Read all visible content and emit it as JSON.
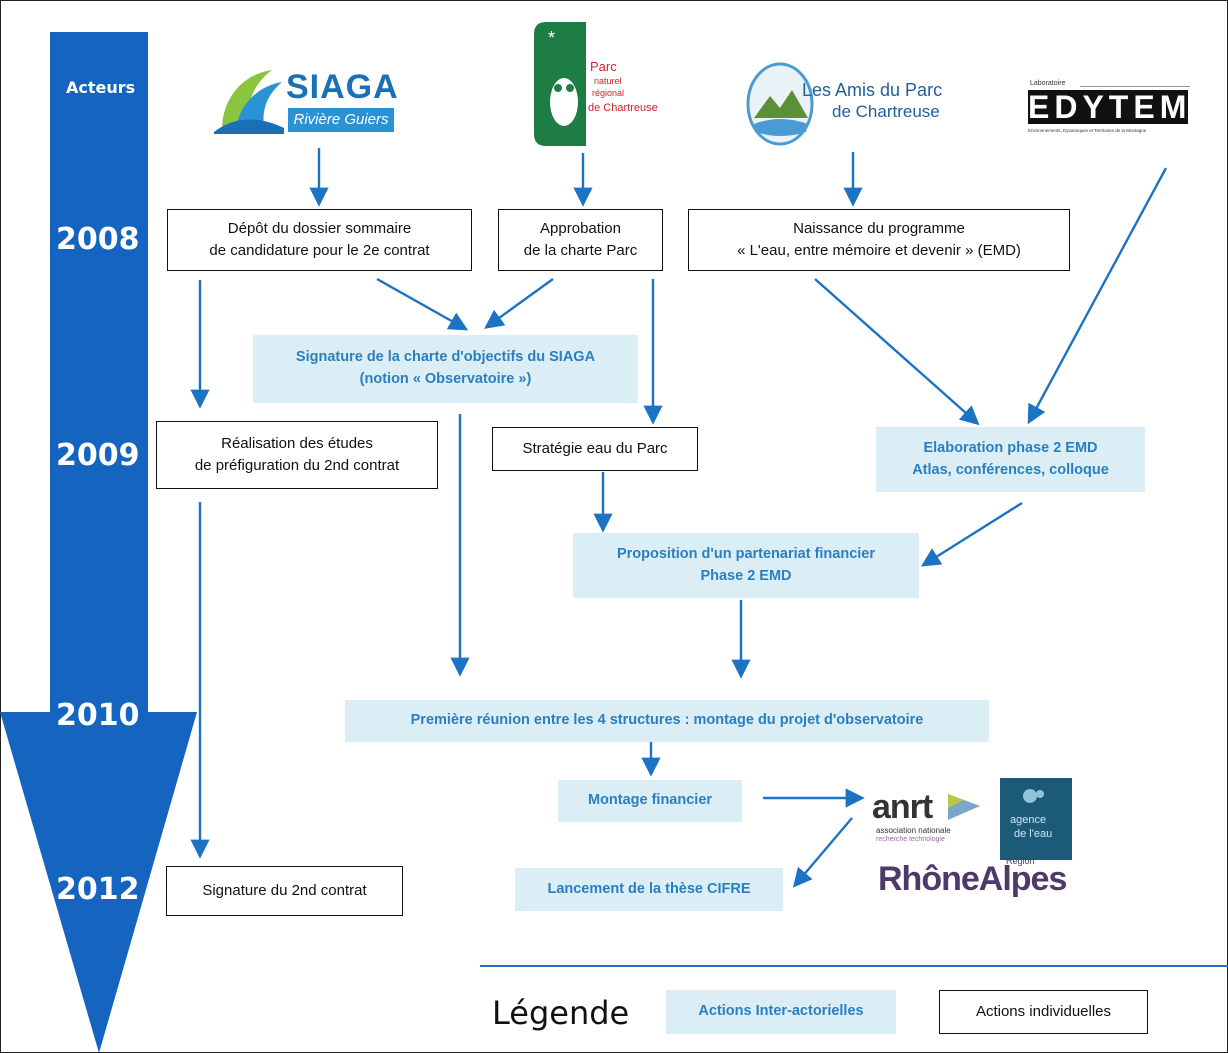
{
  "timeline": {
    "header": "Acteurs",
    "years": [
      "2008",
      "2009",
      "2010",
      "2012"
    ]
  },
  "logos": {
    "siaga": {
      "name": "SIAGA",
      "sub": "Rivière Guiers"
    },
    "parc": {
      "line1": "Parc",
      "line2": "naturel",
      "line3": "régional",
      "line4": "de Chartreuse"
    },
    "amis": {
      "line1": "Les Amis du Parc",
      "line2": "de Chartreuse"
    },
    "edytem": {
      "top": "Laboratoire",
      "name": "EDYTEM",
      "sub": "Environnements, Dynamiques et Territoires de la Montagne"
    },
    "anrt": {
      "name": "anrt",
      "line1": "association nationale",
      "line2": "recherche technologie"
    },
    "agence": {
      "line1": "agence",
      "line2": "de l'eau"
    },
    "rhone": {
      "name": "RhôneAlpes",
      "tag": "Région"
    }
  },
  "boxes": {
    "depot": "Dépôt du dossier sommaire\nde candidature pour le 2e contrat",
    "approbation": "Approbation\nde la charte Parc",
    "naissance": "Naissance du programme\n« L'eau, entre mémoire et devenir » (EMD)",
    "signature_charte": "Signature de la charte d'objectifs du SIAGA\n(notion « Observatoire »)",
    "realisation": "Réalisation des études\nde préfiguration du 2nd contrat",
    "strategie": "Stratégie eau du Parc",
    "elaboration": "Elaboration phase 2 EMD\nAtlas, conférences, colloque",
    "proposition": "Proposition d'un partenariat financier\nPhase 2 EMD",
    "premiere": "Première réunion entre les 4 structures : montage du projet d'observatoire",
    "montage": "Montage financier",
    "signature_contrat": "Signature du 2nd contrat",
    "lancement": "Lancement de la thèse CIFRE"
  },
  "legend": {
    "title": "Légende",
    "inter": "Actions Inter-actorielles",
    "indiv": "Actions individuelles"
  },
  "colors": {
    "timeline": "#1565c0",
    "arrow": "#1c73c4",
    "inter_fill": "#dbeef6",
    "inter_text": "#2a7fc0"
  }
}
